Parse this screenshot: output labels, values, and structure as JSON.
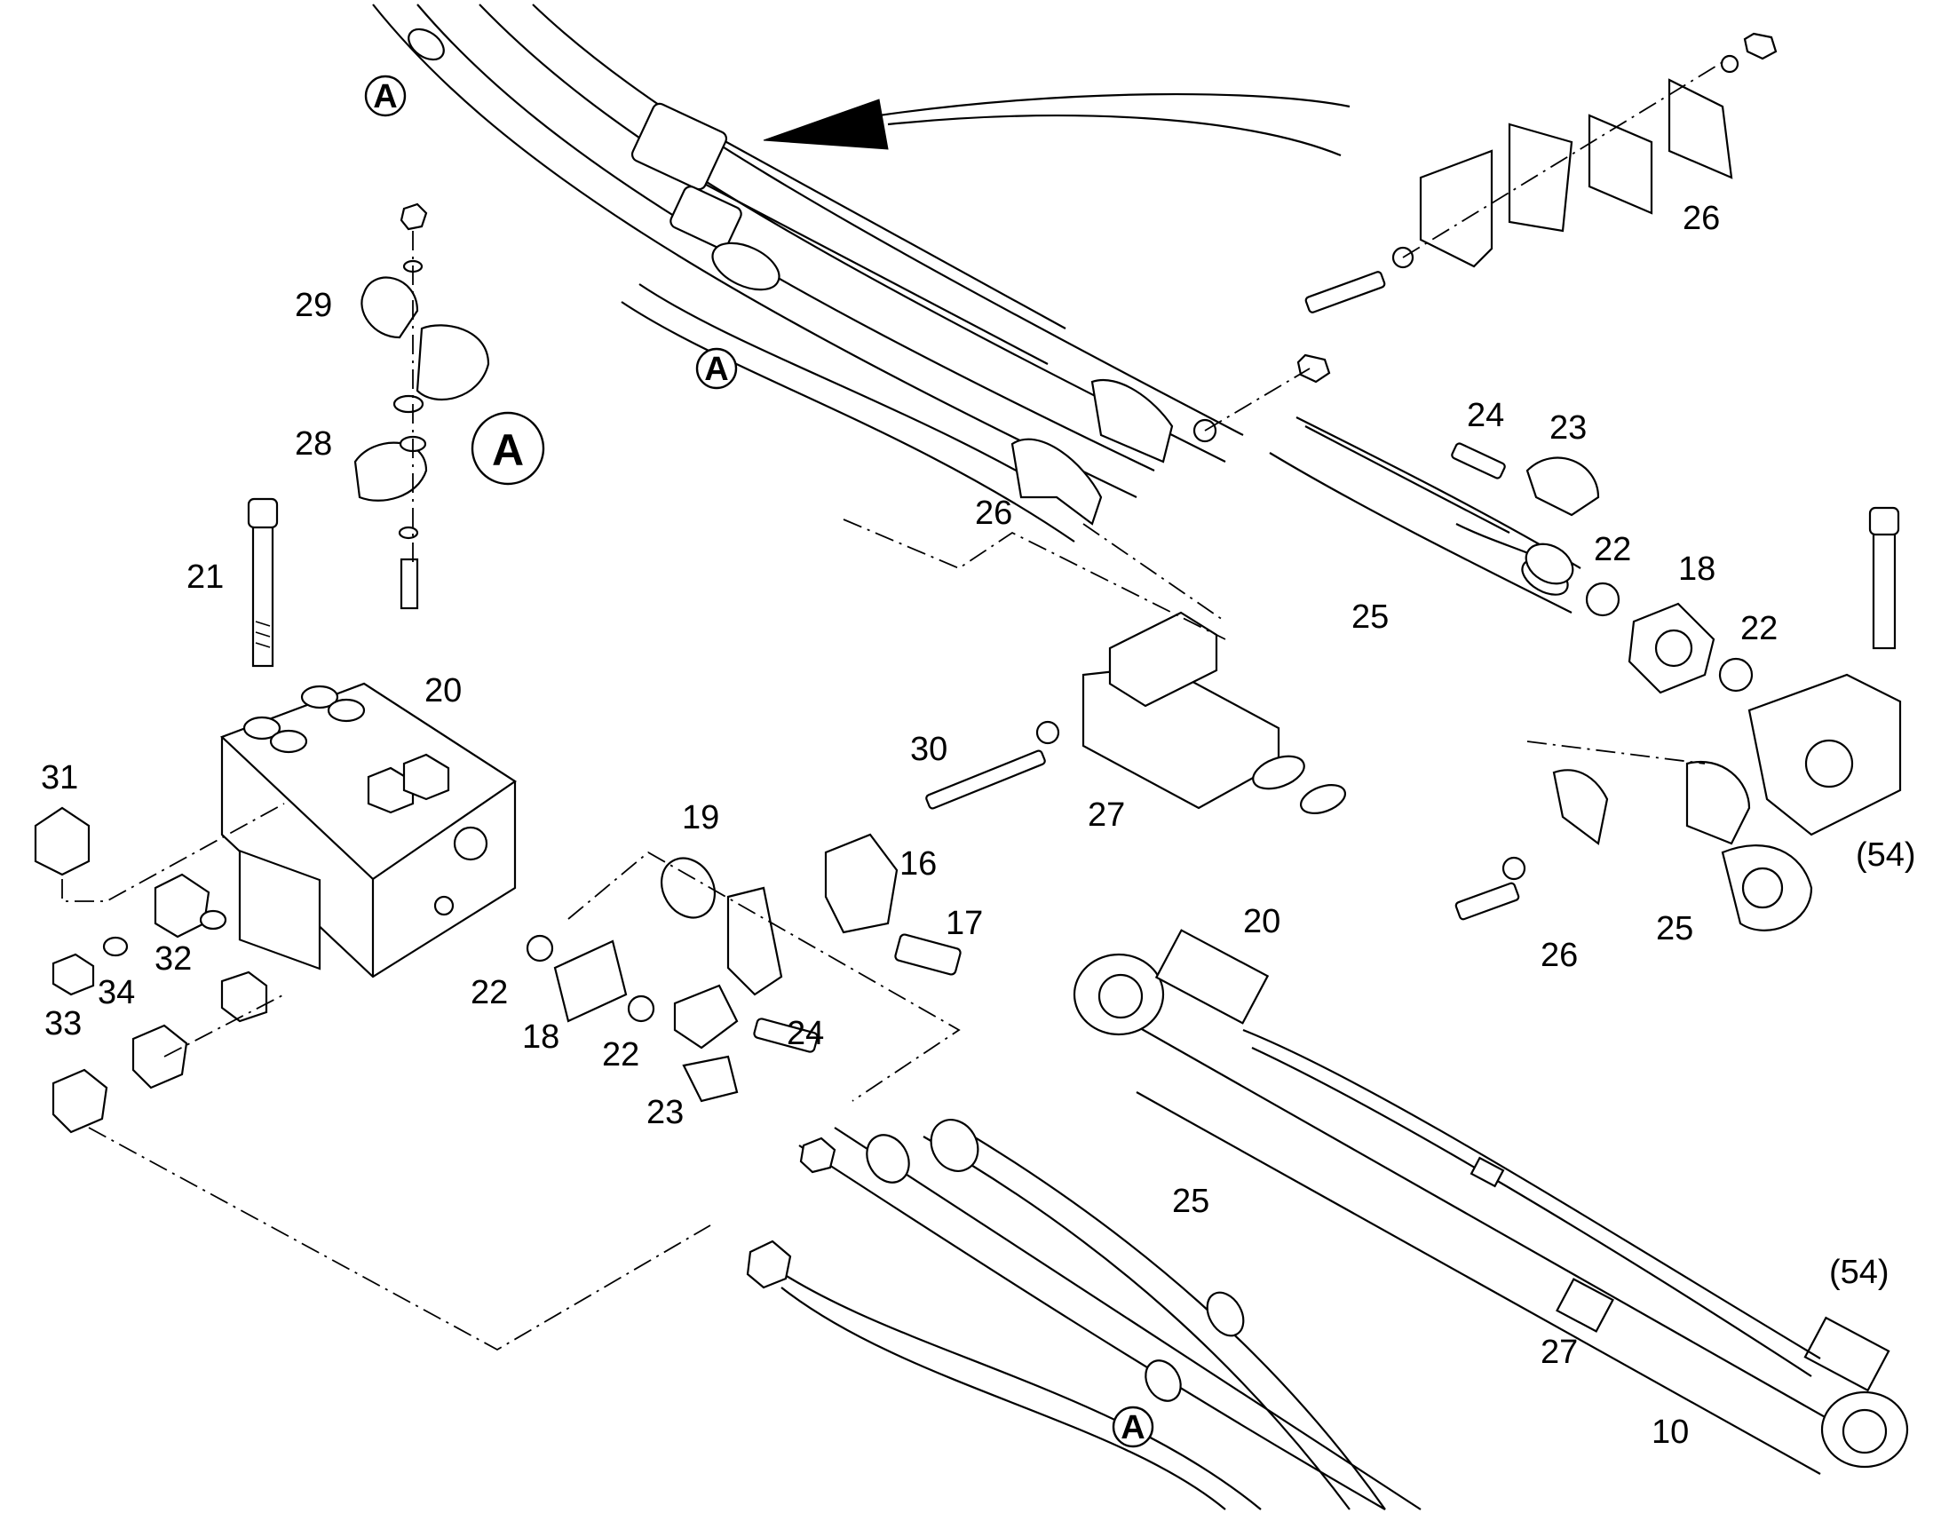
{
  "callouts": {
    "c1": "A",
    "c2": "A",
    "c3": "A",
    "c4": "A"
  },
  "labels": {
    "l10": "10",
    "l16": "16",
    "l17": "17",
    "l18a": "18",
    "l18b": "18",
    "l19": "19",
    "l20a": "20",
    "l20b": "20",
    "l21": "21",
    "l22a": "22",
    "l22b": "22",
    "l22c": "22",
    "l22d": "22",
    "l23a": "23",
    "l23b": "23",
    "l24a": "24",
    "l24b": "24",
    "l25a": "25",
    "l25b": "25",
    "l25c": "25",
    "l26a": "26",
    "l26b": "26",
    "l26c": "26",
    "l27a": "27",
    "l27b": "27",
    "l28": "28",
    "l29": "29",
    "l30": "30",
    "l31": "31",
    "l32": "32",
    "l33": "33",
    "l34": "34",
    "l54a": "(54)",
    "l54b": "(54)"
  }
}
